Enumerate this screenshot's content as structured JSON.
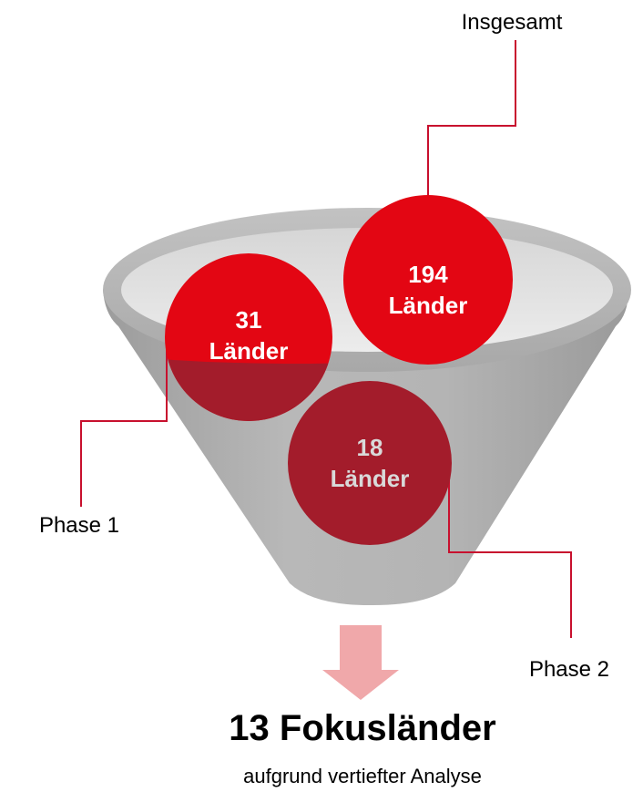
{
  "labels": {
    "top": "Insgesamt",
    "left": "Phase 1",
    "right": "Phase 2"
  },
  "circles": {
    "total": {
      "number": "194",
      "unit": "Länder"
    },
    "phase1": {
      "number": "31",
      "unit": "Länder"
    },
    "phase2": {
      "number": "18",
      "unit": "Länder"
    }
  },
  "result": {
    "title": "13 Fokusländer",
    "subtitle": "aufgrund vertiefter Analyse"
  },
  "colors": {
    "accent_red": "#e30613",
    "dark_red": "#a31c2b",
    "funnel_gray": "#aeaeae",
    "funnel_inner": "#e6e6e6",
    "arrow_pink": "#f0a8aa",
    "leader_line": "#c8102e",
    "circle_text_light": "#ffffff",
    "circle_text_dim": "#d9d9d9"
  }
}
